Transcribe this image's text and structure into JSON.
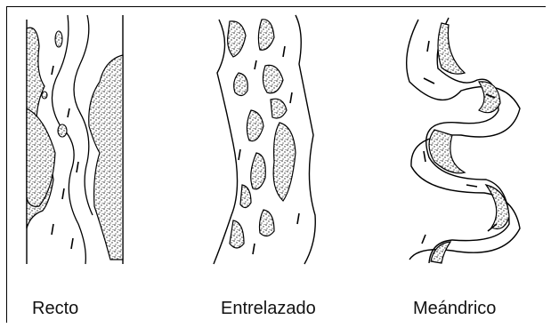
{
  "figure": {
    "panels": [
      {
        "id": "straight",
        "label": "Recto"
      },
      {
        "id": "braided",
        "label": "Entrelazado"
      },
      {
        "id": "meander",
        "label": "Meándrico"
      }
    ]
  },
  "colors": {
    "ink": "#000000",
    "background": "#ffffff",
    "sediment_dots": "#222222"
  }
}
